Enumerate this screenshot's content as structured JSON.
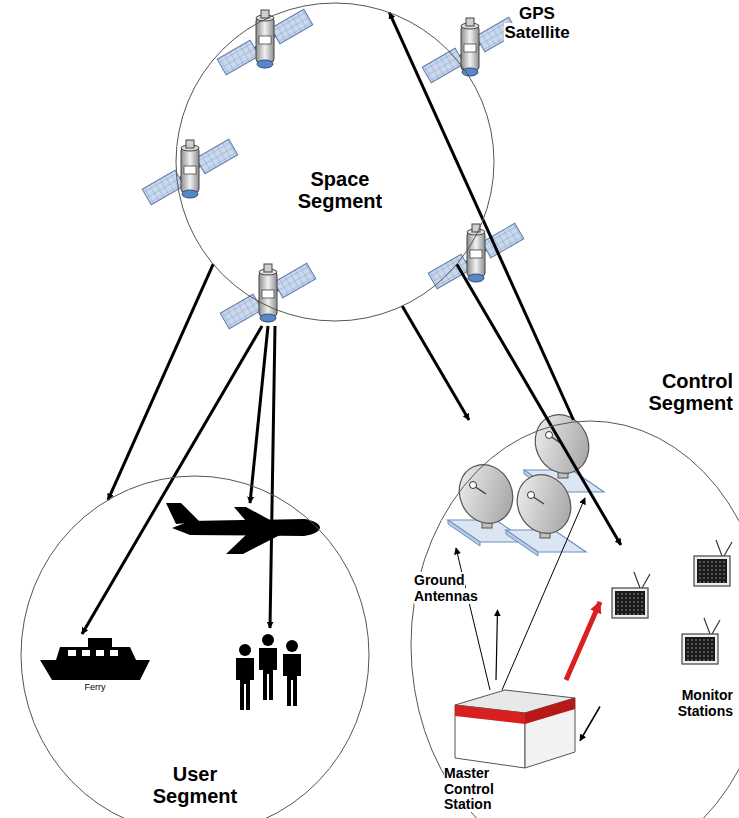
{
  "diagram": {
    "nodes": [
      {
        "text": [
          "Space Segment"
        ]
      },
      {
        "text": [
          "User Segment"
        ]
      },
      {
        "text": [
          "Control Segment"
        ]
      },
      {
        "text": [
          "Ground Antennas"
        ],
        "in": 2
      },
      {
        "text": [
          "Monitor Stations"
        ],
        "in": 2
      },
      {
        "text": [
          "Master Control Station"
        ],
        "in": 2
      }
    ],
    "edges": [
      {
        "from": 0,
        "to": 1,
        "arrow": "to"
      },
      {
        "from": 0,
        "to": 3,
        "arrow": "to"
      },
      {
        "from": 3,
        "to": 0,
        "arrow": "to"
      },
      {
        "from": 0,
        "to": 4,
        "arrow": "to"
      },
      {
        "from": 4,
        "to": 5,
        "arrow": "to"
      },
      {
        "from": 5,
        "to": 4,
        "arrow": "to"
      },
      {
        "from": 5,
        "to": 3,
        "arrow": "to"
      }
    ],
    "labels": [
      "GPS Satellite",
      "Ferry"
    ]
  }
}
